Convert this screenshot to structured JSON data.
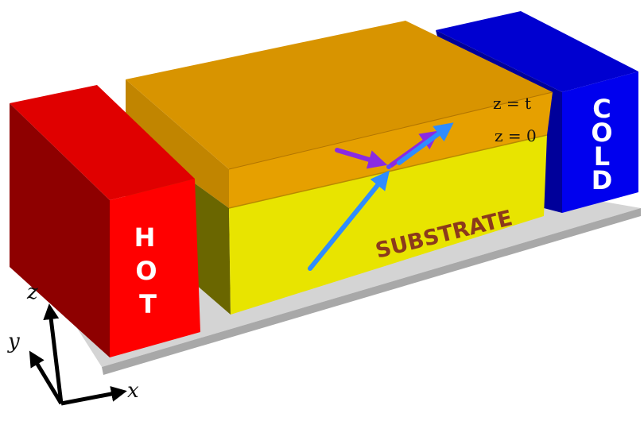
{
  "hot_block": {
    "letters": [
      "H",
      "O",
      "T"
    ],
    "color": "#e00000"
  },
  "cold_block": {
    "letters": [
      "C",
      "O",
      "L",
      "D"
    ],
    "color": "#0000dd"
  },
  "substrate": {
    "label": "SUBSTRATE",
    "color": "#e8e400"
  },
  "film": {
    "color": "#e6a000"
  },
  "interfaces": {
    "top": "z = t",
    "bottom": "z = 0"
  },
  "axes": {
    "z": "z",
    "y": "y",
    "x": "x"
  },
  "rays": {
    "incident_color": "#2f8cff",
    "reflected_color": "#8a2be2"
  }
}
